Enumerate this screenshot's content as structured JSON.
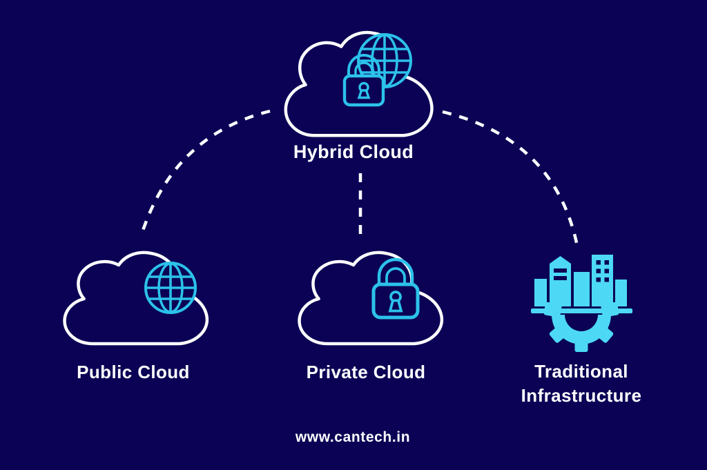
{
  "colors": {
    "background": "#0b0255",
    "white": "#ffffff",
    "cyan_outline": "#2cc2ea",
    "cyan_fill": "#4dd9f6",
    "text": "#ffffff"
  },
  "nodes": {
    "hybrid": {
      "label": "Hybrid Cloud",
      "icon": "cloud-globe-lock-icon"
    },
    "public": {
      "label": "Public Cloud",
      "icon": "cloud-globe-icon"
    },
    "private": {
      "label": "Private Cloud",
      "icon": "cloud-lock-icon"
    },
    "traditional": {
      "label": "Traditional Infrastructure",
      "icon": "buildings-gear-icon"
    }
  },
  "connectors": [
    {
      "from": "hybrid",
      "to": "public",
      "style": "dashed-curve"
    },
    {
      "from": "hybrid",
      "to": "private",
      "style": "dashed-line"
    },
    {
      "from": "hybrid",
      "to": "traditional",
      "style": "dashed-curve"
    }
  ],
  "footer": {
    "website": "www.cantech.in"
  }
}
